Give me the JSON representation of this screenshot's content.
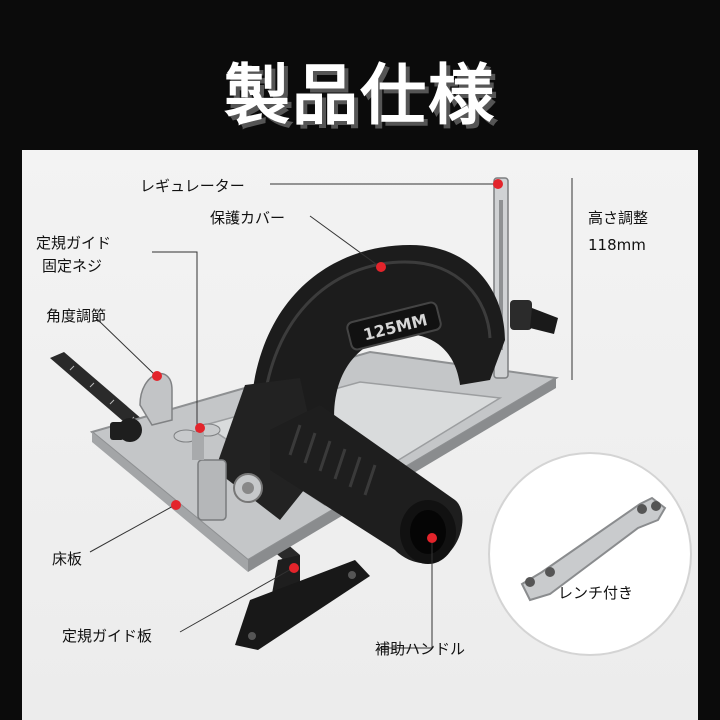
{
  "title": "製品仕様",
  "labels": {
    "regulator": "レギュレーター",
    "guard": "保護カバー",
    "guide_screw_line1": "定規ガイド",
    "guide_screw_line2": "固定ネジ",
    "angle": "角度調節",
    "base": "床板",
    "guide_plate": "定規ガイド板",
    "handle": "補助ハンドル",
    "wrench": "レンチ付き"
  },
  "spec": {
    "height_label": "高さ調整",
    "height_value": "118mm"
  },
  "blade_marking": "125MM",
  "colors": {
    "background": "#0b0b0b",
    "panel": "#efefef",
    "marker": "#e3242b",
    "tool_body": "#1c1c1c",
    "metal": "#b9bbbd"
  }
}
